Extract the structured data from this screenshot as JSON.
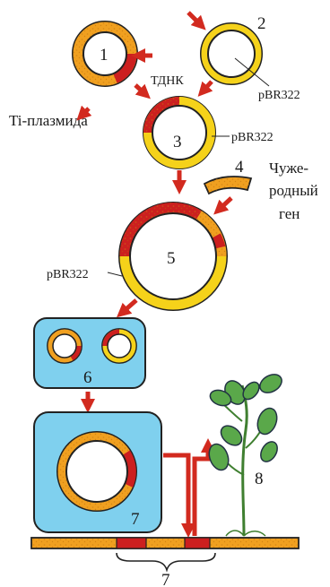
{
  "colors": {
    "ring_orange": "#f0a020",
    "ring_yellow": "#f5d21a",
    "tdna_red": "#cc1f1f",
    "cell_blue": "#7fd0ee",
    "arrow_red": "#d22a1f",
    "leaf_green": "#5aa84a",
    "outline": "#222222"
  },
  "labels": {
    "step1": "1",
    "step2": "2",
    "step3": "3",
    "step4": "4",
    "step5": "5",
    "step6": "6",
    "step7_cell": "7",
    "step7_chromosome": "7",
    "step8": "8",
    "tdna": "ТДНК",
    "ti_plasmid": "Ti-плазмида",
    "pbr_top": "pBR322",
    "pbr_mid": "pBR322",
    "pbr_bottom": "pBR322",
    "foreign_gene_line1": "Чуже-",
    "foreign_gene_line2": "родный",
    "foreign_gene_line3": "ген"
  },
  "icons": [
    "arrow-icon",
    "plant-icon",
    "brace-icon"
  ]
}
